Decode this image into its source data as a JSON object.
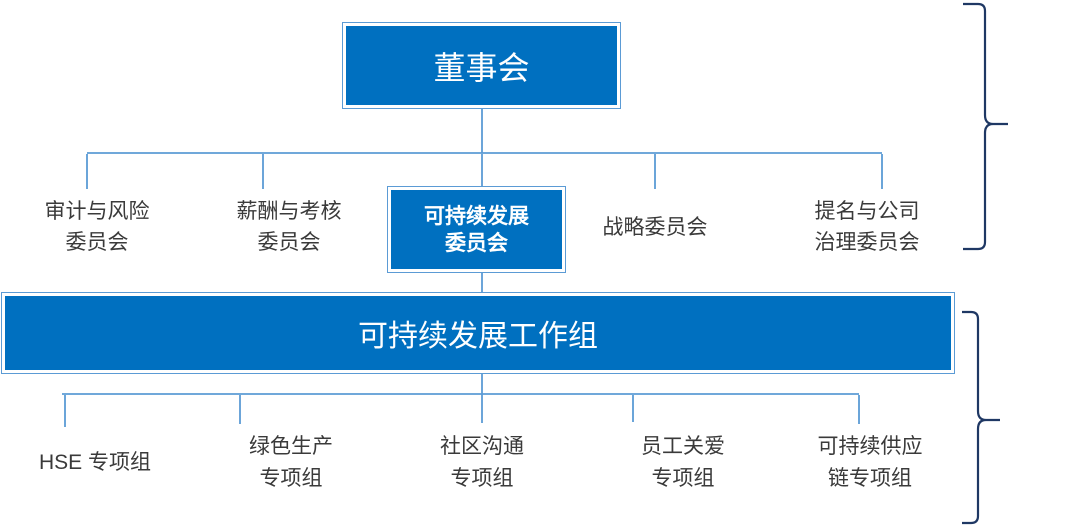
{
  "colors": {
    "box_fill": "#0070C0",
    "connector": "#5B9BD5",
    "bracket": "#1F3864",
    "label_text": "#3A3A3A",
    "box_text": "#FFFFFF"
  },
  "org": {
    "root": {
      "label": "董事会"
    },
    "committees": [
      {
        "lines": [
          "审计与风险",
          "委员会"
        ]
      },
      {
        "lines": [
          "薪酬与考核",
          "委员会"
        ]
      },
      {
        "lines": [
          "战略委员会",
          ""
        ]
      },
      {
        "lines": [
          "提名与公司",
          "治理委员会"
        ]
      }
    ],
    "sustainability_committee": {
      "lines": [
        "可持续发展",
        "委员会"
      ]
    },
    "working_group": {
      "label": "可持续发展工作组"
    },
    "task_groups": [
      {
        "lines": [
          "HSE 专项组",
          ""
        ]
      },
      {
        "lines": [
          "绿色生产",
          "专项组"
        ]
      },
      {
        "lines": [
          "社区沟通",
          "专项组"
        ]
      },
      {
        "lines": [
          "员工关爱",
          "专项组"
        ]
      },
      {
        "lines": [
          "可持续供应",
          "链专项组"
        ]
      }
    ]
  }
}
